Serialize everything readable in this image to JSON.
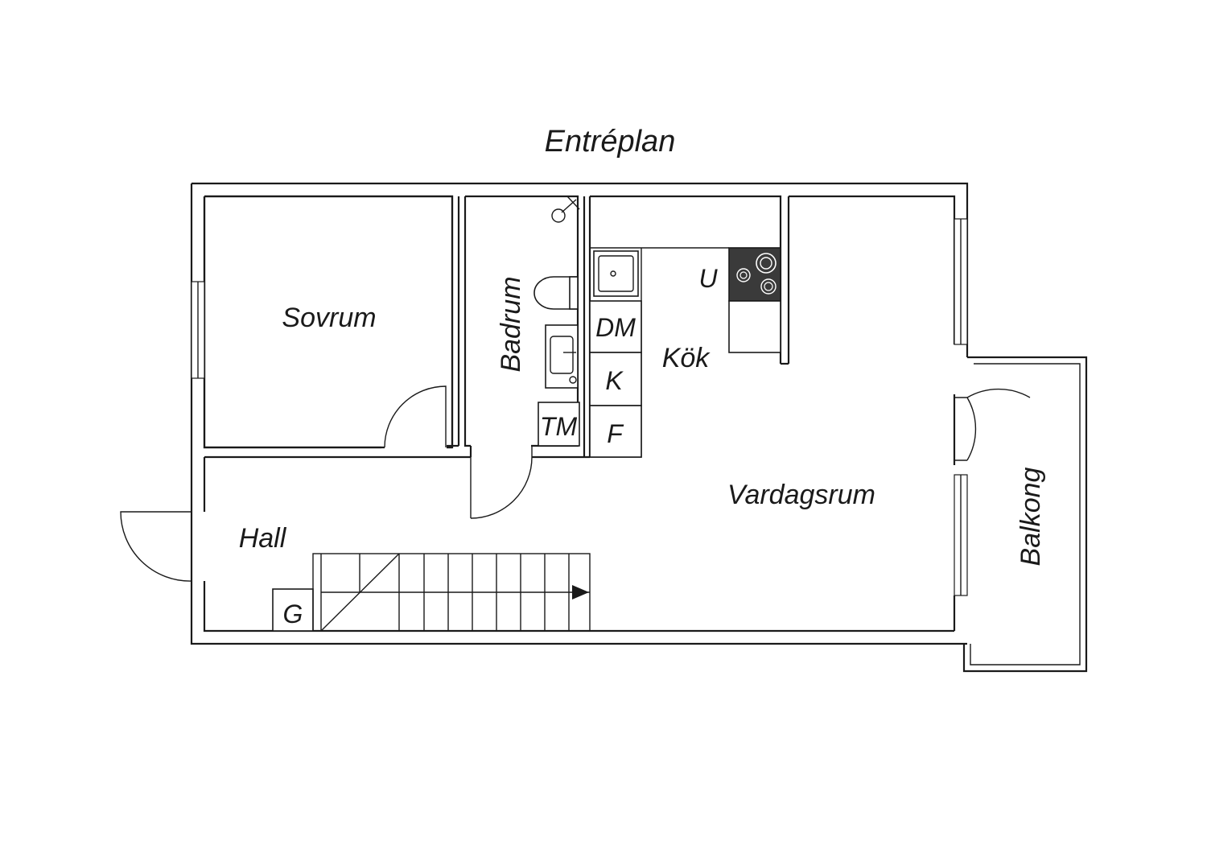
{
  "title": "Entréplan",
  "rooms": {
    "sovrum": "Sovrum",
    "badrum": "Badrum",
    "kok": "Kök",
    "vardagsrum": "Vardagsrum",
    "hall": "Hall",
    "balkong": "Balkong"
  },
  "appliances": {
    "dishwasher": "DM",
    "fridge": "K",
    "freezer": "F",
    "oven": "U",
    "washer": "TM",
    "wardrobe": "G"
  },
  "colors": {
    "line": "#1a1a1a",
    "cooktop": "#3a3a3a",
    "background": "#ffffff"
  },
  "icons": [
    "shower-icon",
    "toilet-icon",
    "bath-sink-icon",
    "kitchen-sink-icon",
    "cooktop-icon",
    "stair-arrow-icon"
  ]
}
